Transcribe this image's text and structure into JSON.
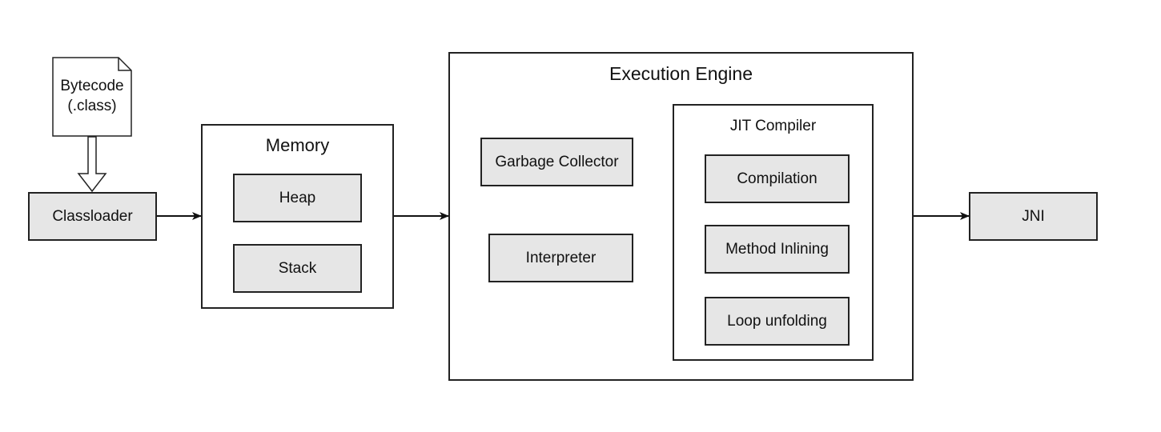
{
  "bytecode": {
    "line1": "Bytecode",
    "line2": "(.class)"
  },
  "classloader": {
    "label": "Classloader"
  },
  "memory": {
    "title": "Memory",
    "heap": "Heap",
    "stack": "Stack"
  },
  "engine": {
    "title": "Execution Engine",
    "gc": "Garbage Collector",
    "interpreter": "Interpreter",
    "jit": {
      "title": "JIT Compiler",
      "compilation": "Compilation",
      "inlining": "Method Inlining",
      "unfolding": "Loop unfolding"
    }
  },
  "jni": {
    "label": "JNI"
  },
  "colors": {
    "block_fill": "#e6e6e6",
    "stroke": "#222222"
  }
}
